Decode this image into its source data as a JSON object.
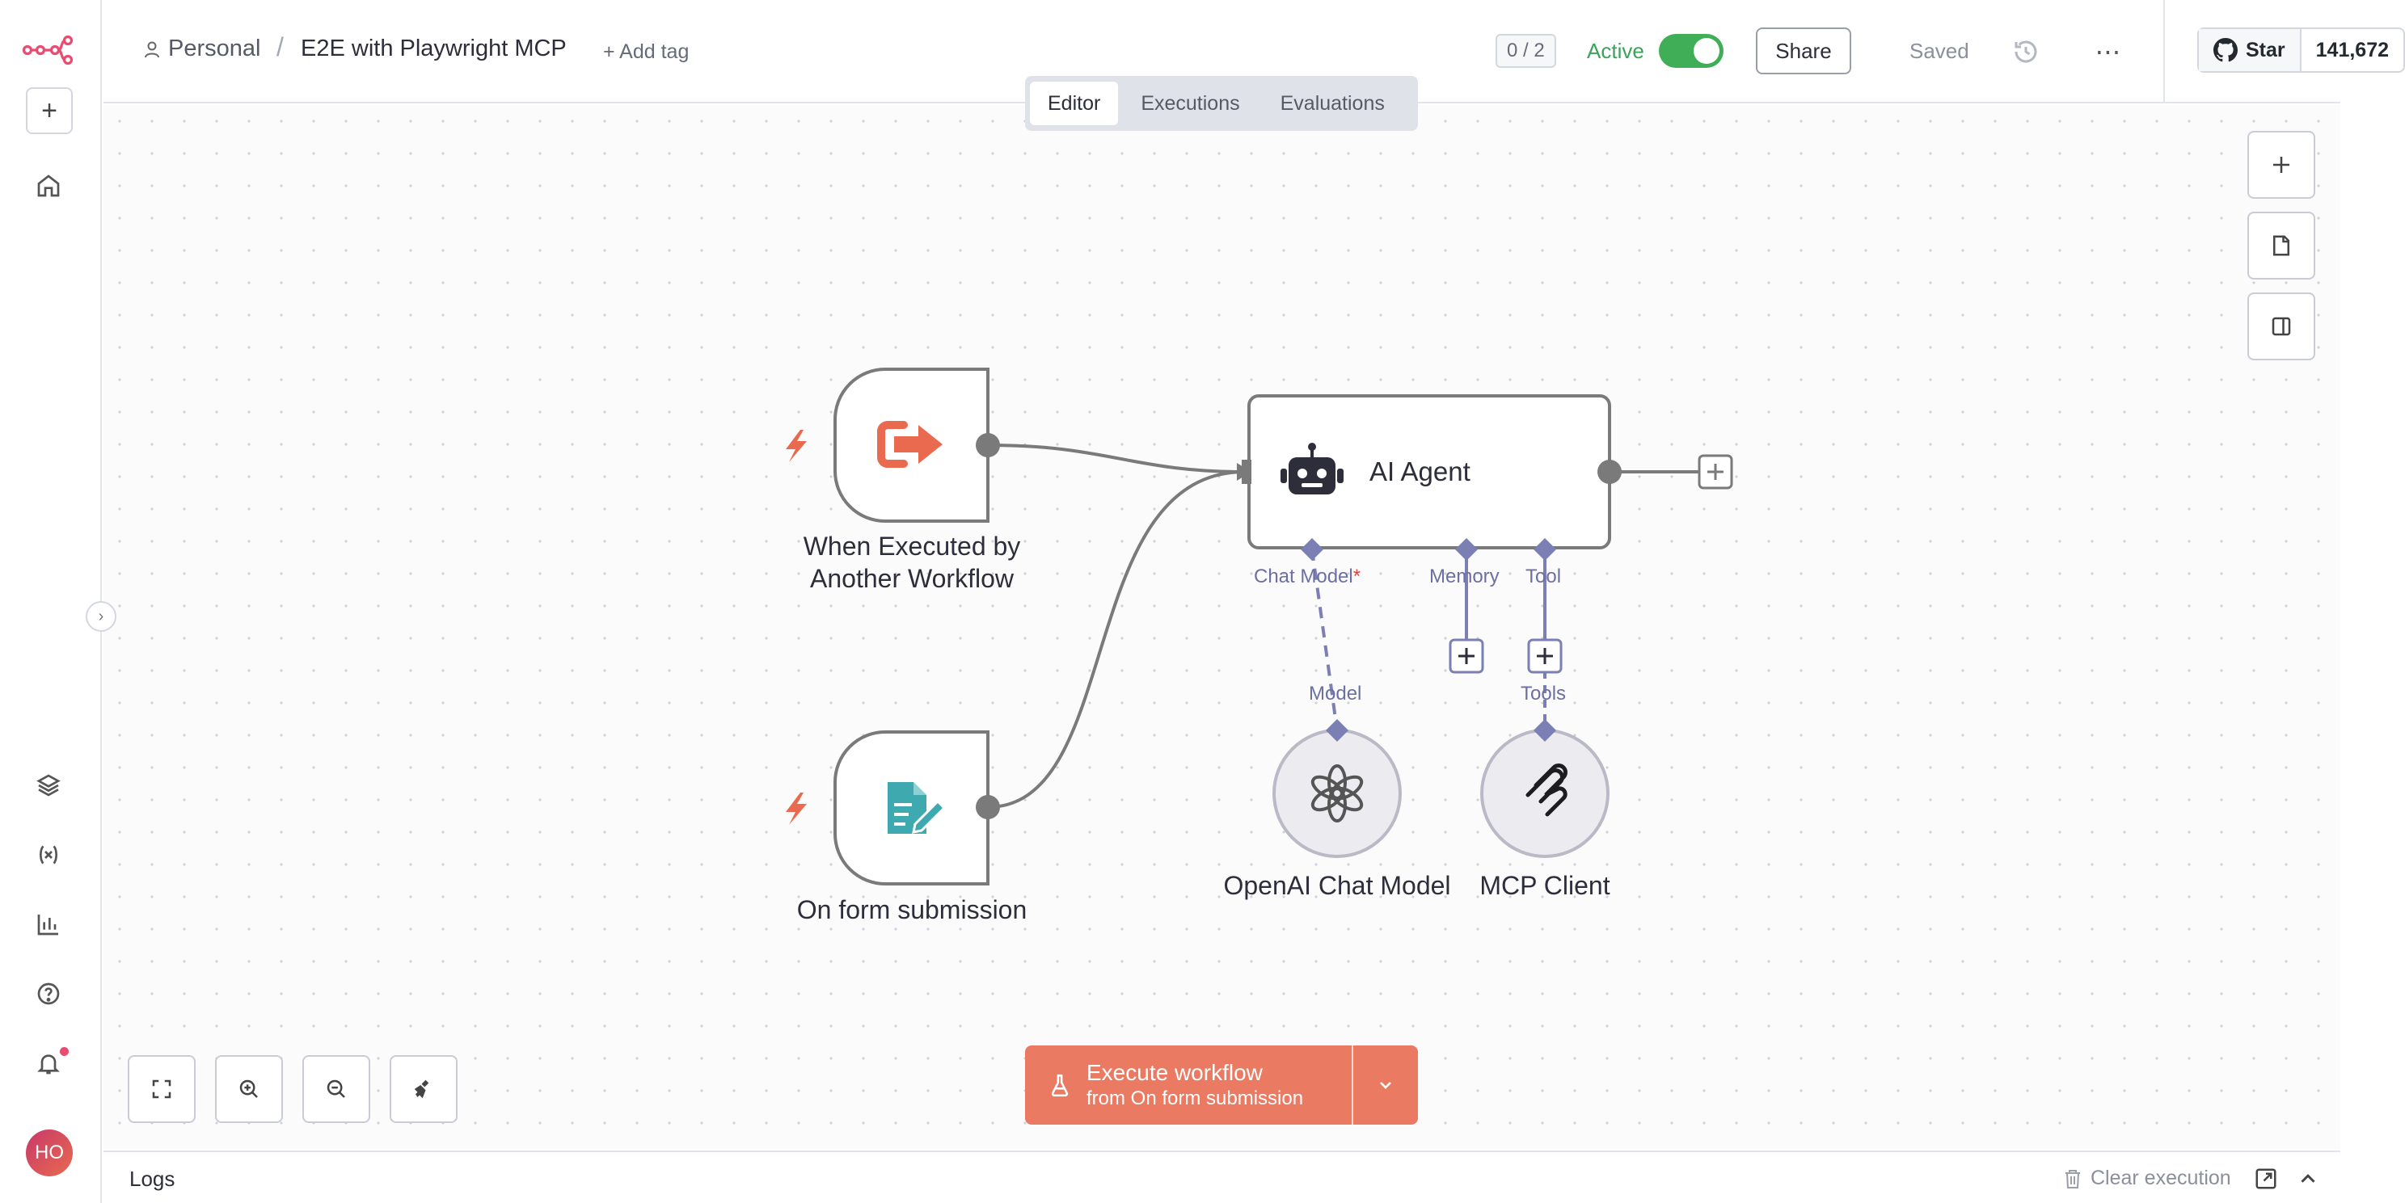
{
  "header": {
    "breadcrumb_personal": "Personal",
    "breadcrumb_sep": "/",
    "workflow_title": "E2E with Playwright MCP",
    "add_tag": "+ Add tag",
    "counter": "0 / 2",
    "active_label": "Active",
    "active_on": true,
    "share_label": "Share",
    "saved_label": "Saved",
    "github_star": "Star",
    "github_count": "141,672"
  },
  "tabs": [
    {
      "label": "Editor",
      "active": true
    },
    {
      "label": "Executions",
      "active": false
    },
    {
      "label": "Evaluations",
      "active": false
    }
  ],
  "sidebar": {
    "avatar_initials": "HO",
    "items": [
      "home-icon",
      "templates-icon",
      "variables-icon",
      "insights-icon",
      "help-icon",
      "notifications-icon"
    ]
  },
  "nodes": {
    "trigger1_label_line1": "When Executed by",
    "trigger1_label_line2": "Another Workflow",
    "trigger2_label": "On form submission",
    "agent_label": "AI Agent",
    "openai_label": "OpenAI Chat Model",
    "mcp_label": "MCP Client"
  },
  "handles": {
    "chat_model": "Chat Model",
    "chat_model_required": "*",
    "memory": "Memory",
    "tool": "Tool",
    "model": "Model",
    "tools": "Tools"
  },
  "execute": {
    "line1": "Execute workflow",
    "line2": "from On form submission"
  },
  "logs": {
    "title": "Logs",
    "clear": "Clear execution"
  },
  "colors": {
    "brand": "#ea4b71",
    "trigger_orange": "#ea6a4f",
    "form_teal": "#3fa9b0",
    "handle_purple": "#7b7fb3",
    "active_green": "#3fae57",
    "execute_bg": "#ea7a62"
  }
}
